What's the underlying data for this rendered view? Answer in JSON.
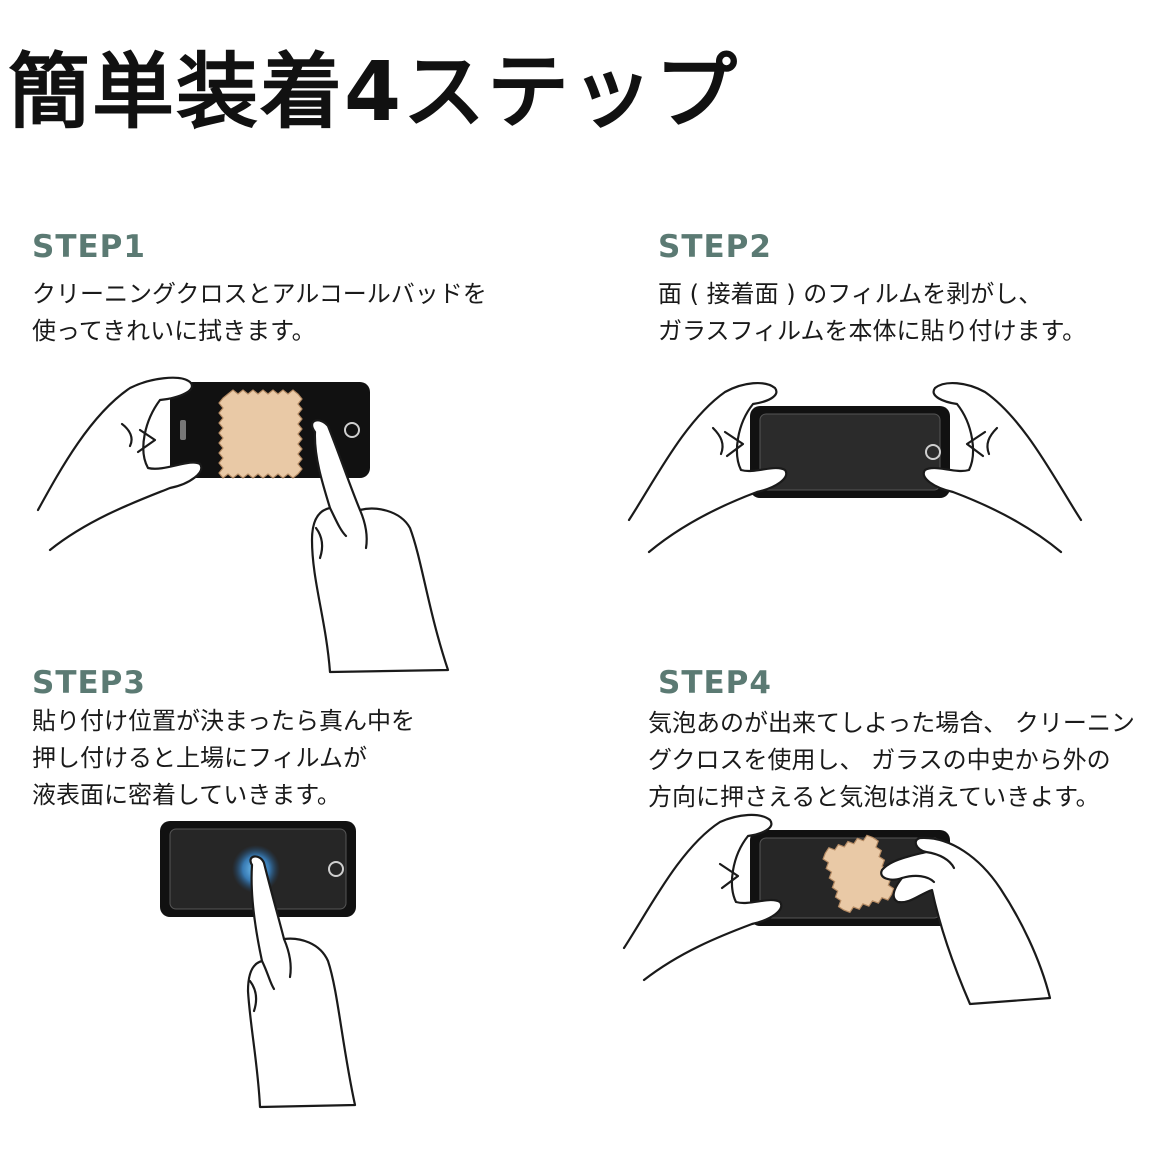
{
  "title": "簡単装着4ステップ",
  "steps": [
    {
      "label": "STEP1",
      "lines": [
        "クリーニングクロスとアルコールバッドを",
        "使ってきれいに拭きます。"
      ],
      "illustration": "phone-wipe-with-cloth"
    },
    {
      "label": "STEP2",
      "lines": [
        "面 ( 接着面 ) のフィルムを剥がし、",
        "ガラスフィルムを本体に貼り付けます。"
      ],
      "illustration": "phone-apply-glass-film"
    },
    {
      "label": "STEP3",
      "lines": [
        "貼り付け位置が決まったら真ん中を",
        "押し付けると上場にフィルムが",
        "液表面に密着していきます。"
      ],
      "illustration": "phone-press-center"
    },
    {
      "label": "STEP4",
      "lines": [
        "気泡あのが出来てしよった場合、 クリーニン",
        "グクロスを使用し、 ガラスの中史から外の",
        "方向に押さえると気泡は消えていきよす。"
      ],
      "illustration": "phone-push-bubbles"
    }
  ],
  "colors": {
    "step_label": "#5b7a73",
    "phone_body": "#111111",
    "cloth": "#e9c9a6",
    "press_glow": "#3d8fd6"
  }
}
